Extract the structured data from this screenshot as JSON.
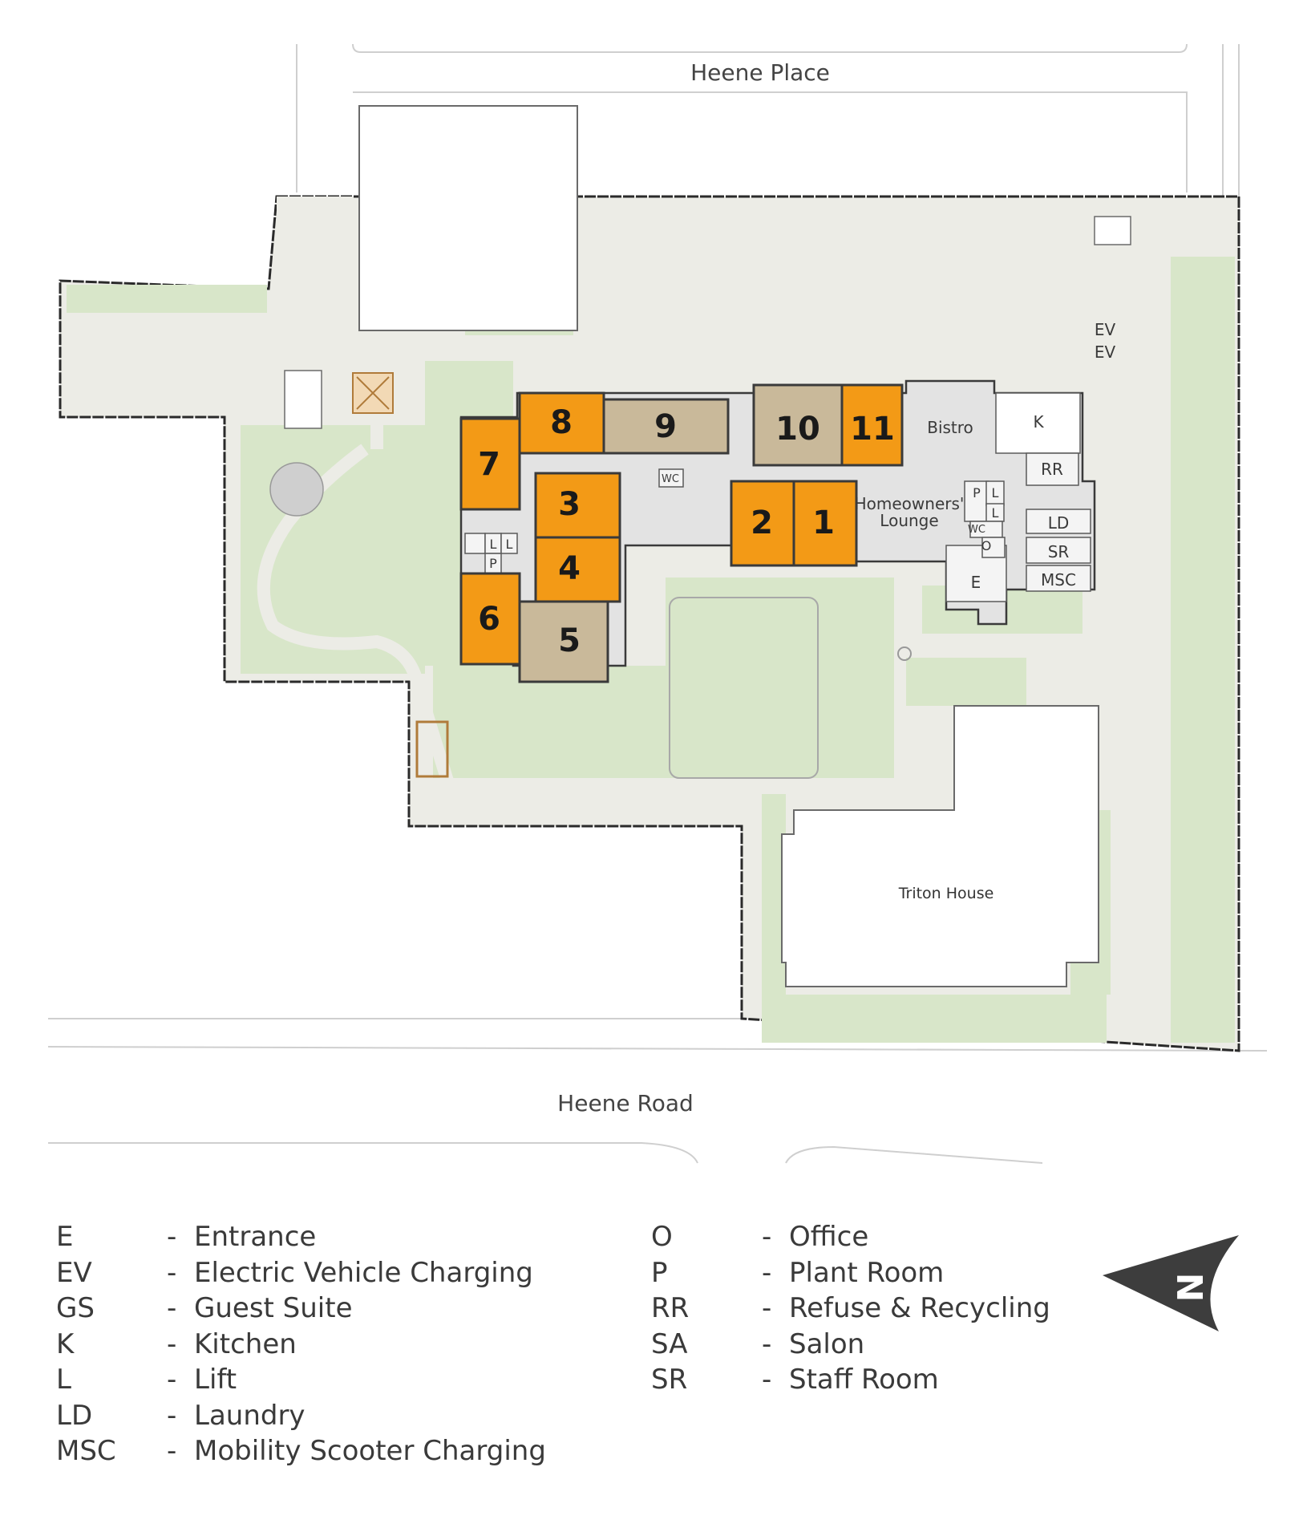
{
  "roads": {
    "top": "Heene Place",
    "bottom": "Heene Road"
  },
  "units": [
    "1",
    "2",
    "3",
    "4",
    "5",
    "6",
    "7",
    "8",
    "9",
    "10",
    "11"
  ],
  "rooms": {
    "bistro": "Bistro",
    "lounge_line1": "Homeowners'",
    "lounge_line2": "Lounge",
    "k": "K",
    "rr": "RR",
    "ld": "LD",
    "sr": "SR",
    "msc": "MSC",
    "e": "E",
    "o": "O",
    "p": "P",
    "l": "L",
    "wc": "WC",
    "ev1": "EV",
    "ev2": "EV"
  },
  "neighbour_building": "Triton House",
  "colors": {
    "unit_available": "#f39a16",
    "unit_other": "#c9b99a",
    "corridor": "#e3e3e3",
    "lawn": "#d8e6c9",
    "paving": "#ecece6",
    "boundary": "#2a2a2a"
  },
  "legend": {
    "left": [
      {
        "abbr": "E",
        "def": "Entrance"
      },
      {
        "abbr": "EV",
        "def": "Electric Vehicle Charging"
      },
      {
        "abbr": "GS",
        "def": "Guest Suite"
      },
      {
        "abbr": "K",
        "def": "Kitchen"
      },
      {
        "abbr": "L",
        "def": "Lift"
      },
      {
        "abbr": "LD",
        "def": "Laundry"
      },
      {
        "abbr": "MSC",
        "def": "Mobility Scooter Charging"
      }
    ],
    "right": [
      {
        "abbr": "O",
        "def": "Office"
      },
      {
        "abbr": "P",
        "def": "Plant Room"
      },
      {
        "abbr": "RR",
        "def": "Refuse & Recycling"
      },
      {
        "abbr": "SA",
        "def": "Salon"
      },
      {
        "abbr": "SR",
        "def": "Staff Room"
      }
    ],
    "dash": "-"
  },
  "north_arrow": {
    "icon": "north-arrow-icon",
    "letter": "N"
  }
}
